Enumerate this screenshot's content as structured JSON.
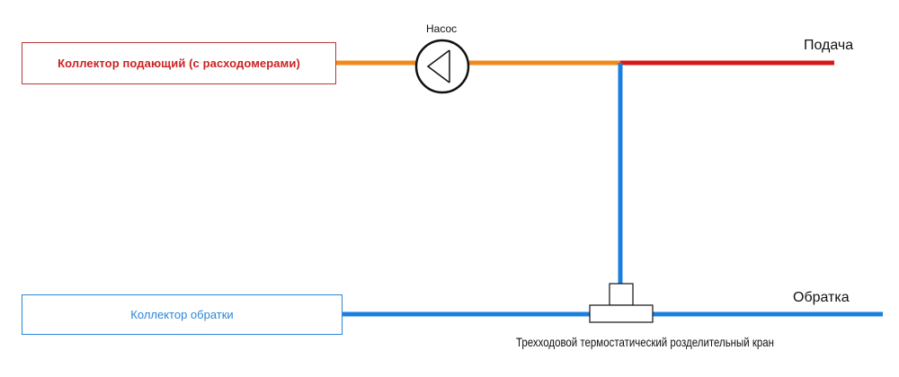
{
  "colors": {
    "supply_pipe": "#f08a1a",
    "hot_pipe": "#d81818",
    "return_pipe": "#1c7fe0",
    "supply_collector_border": "#b23a3a",
    "supply_collector_text": "#cc2222",
    "return_collector_border": "#2a86d6",
    "return_collector_text": "#2a86d6"
  },
  "supply_collector": {
    "label": "Коллектор подающий (с расходомерами)"
  },
  "return_collector": {
    "label": "Коллектор обратки"
  },
  "pump": {
    "label": "Насос",
    "icon": "pump-icon"
  },
  "supply_line": {
    "label": "Подача"
  },
  "return_line": {
    "label": "Обратка"
  },
  "valve": {
    "label": "Трехходовой термостатический розделительный кран",
    "icon": "three-way-valve-icon"
  }
}
